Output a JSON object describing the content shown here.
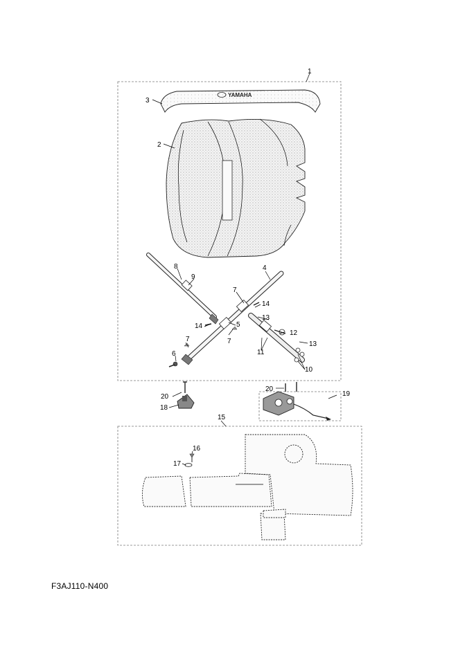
{
  "callouts": {
    "c1": "1",
    "c2": "2",
    "c3": "3",
    "c4": "4",
    "c5": "5",
    "c6": "6",
    "c7a": "7",
    "c7b": "7",
    "c7c": "7",
    "c8": "8",
    "c9": "9",
    "c10": "10",
    "c11": "11",
    "c12": "12",
    "c13a": "13",
    "c13b": "13",
    "c14a": "14",
    "c14b": "14",
    "c15": "15",
    "c16": "16",
    "c17": "17",
    "c18": "18",
    "c19": "19",
    "c20a": "20",
    "c20b": "20"
  },
  "logo_text": "YAMAHA",
  "diagram_code": "F3AJ110-N400",
  "colors": {
    "line": "#222222",
    "stipple": "#bdbdbd",
    "dashed_box": "#777777"
  }
}
